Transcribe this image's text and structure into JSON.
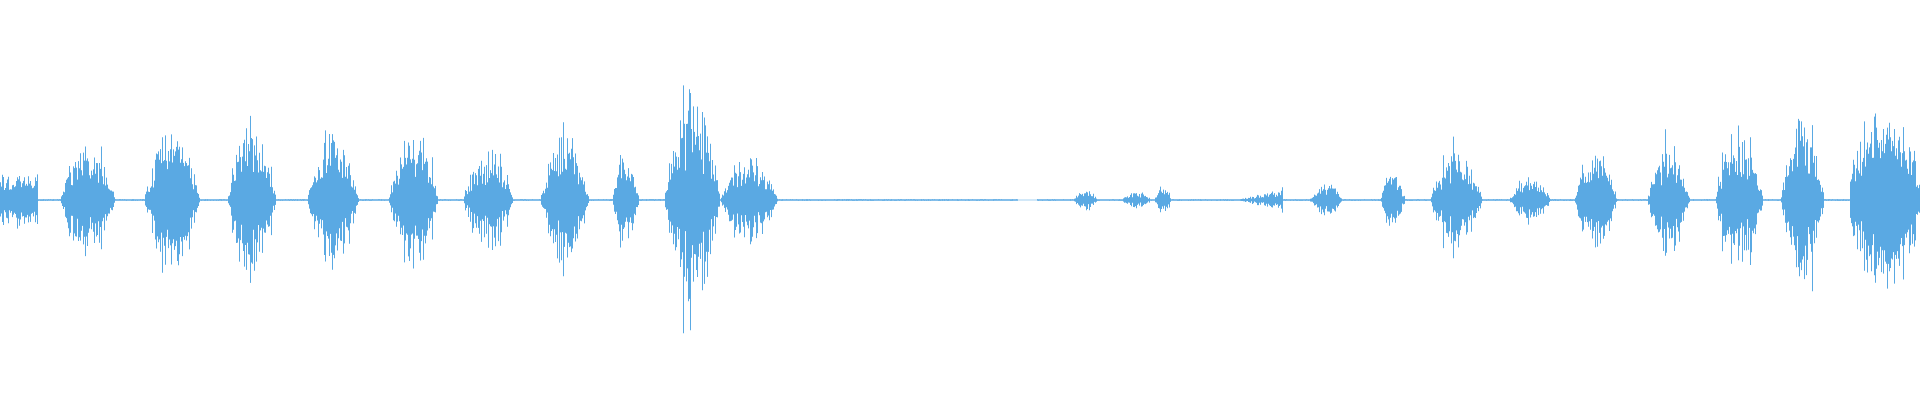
{
  "waveform": {
    "color": "#5aa9e3",
    "background": "#ffffff",
    "segments": [
      {
        "start": 0.0,
        "end": 0.02,
        "amp": 0.15,
        "shape": "block"
      },
      {
        "start": 0.031,
        "end": 0.06,
        "amp": 0.28,
        "shape": "burst"
      },
      {
        "start": 0.075,
        "end": 0.104,
        "amp": 0.34,
        "shape": "burst"
      },
      {
        "start": 0.118,
        "end": 0.144,
        "amp": 0.35,
        "shape": "burst"
      },
      {
        "start": 0.16,
        "end": 0.187,
        "amp": 0.35,
        "shape": "burst"
      },
      {
        "start": 0.202,
        "end": 0.228,
        "amp": 0.36,
        "shape": "burst"
      },
      {
        "start": 0.241,
        "end": 0.267,
        "amp": 0.25,
        "shape": "burst"
      },
      {
        "start": 0.281,
        "end": 0.307,
        "amp": 0.32,
        "shape": "burst"
      },
      {
        "start": 0.319,
        "end": 0.333,
        "amp": 0.23,
        "shape": "burst"
      },
      {
        "start": 0.346,
        "end": 0.375,
        "amp": 0.51,
        "shape": "burst"
      },
      {
        "start": 0.375,
        "end": 0.405,
        "amp": 0.21,
        "shape": "burst"
      },
      {
        "start": 0.559,
        "end": 0.572,
        "amp": 0.05,
        "shape": "burst"
      },
      {
        "start": 0.584,
        "end": 0.6,
        "amp": 0.04,
        "shape": "burst"
      },
      {
        "start": 0.601,
        "end": 0.61,
        "amp": 0.07,
        "shape": "burst"
      },
      {
        "start": 0.64,
        "end": 0.668,
        "amp": 0.06,
        "shape": "ramp"
      },
      {
        "start": 0.682,
        "end": 0.699,
        "amp": 0.08,
        "shape": "burst"
      },
      {
        "start": 0.719,
        "end": 0.732,
        "amp": 0.13,
        "shape": "burst"
      },
      {
        "start": 0.745,
        "end": 0.772,
        "amp": 0.24,
        "shape": "burst"
      },
      {
        "start": 0.786,
        "end": 0.808,
        "amp": 0.09,
        "shape": "plateau"
      },
      {
        "start": 0.82,
        "end": 0.842,
        "amp": 0.24,
        "shape": "burst"
      },
      {
        "start": 0.858,
        "end": 0.88,
        "amp": 0.26,
        "shape": "burst"
      },
      {
        "start": 0.893,
        "end": 0.918,
        "amp": 0.35,
        "shape": "burst"
      },
      {
        "start": 0.927,
        "end": 0.95,
        "amp": 0.39,
        "shape": "burst"
      },
      {
        "start": 0.963,
        "end": 1.0,
        "amp": 0.43,
        "shape": "blob"
      }
    ],
    "silence": [
      {
        "start": 0.405,
        "end": 0.53,
        "amp": 0.004
      },
      {
        "start": 0.54,
        "end": 0.559,
        "amp": 0.004
      }
    ]
  }
}
